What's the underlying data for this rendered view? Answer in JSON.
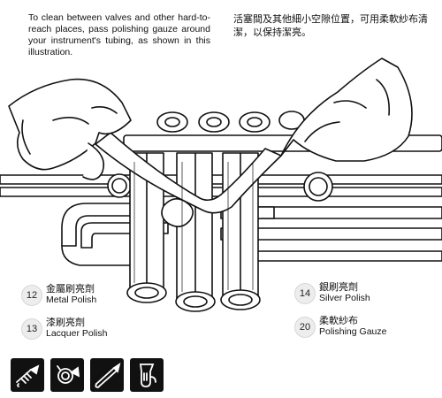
{
  "instructions": {
    "en": "To clean between valves and other hard-to-reach places, pass polishing gauze around your instrument's tubing, as shown in this illustration.",
    "zh": "活塞間及其他細小空隙位置，可用柔軟紗布清潔，以保持潔亮。"
  },
  "illustration": {
    "icon": "trumpet-valve-cleaning-illustration"
  },
  "legend": [
    {
      "num": "12",
      "zh": "金屬刷亮劑",
      "en": "Metal Polish"
    },
    {
      "num": "13",
      "zh": "漆刷亮劑",
      "en": "Lacquer Polish"
    },
    {
      "num": "14",
      "zh": "銀刷亮劑",
      "en": "Silver Polish"
    },
    {
      "num": "20",
      "zh": "柔軟紗布",
      "en": "Polishing Gauze"
    }
  ],
  "instrument_icons": [
    "trumpet-icon",
    "french-horn-icon",
    "trombone-icon",
    "tuba-icon"
  ],
  "colors": {
    "icon_bg": "#111111",
    "icon_fg": "#ffffff",
    "badge_bg": "#ededed"
  }
}
